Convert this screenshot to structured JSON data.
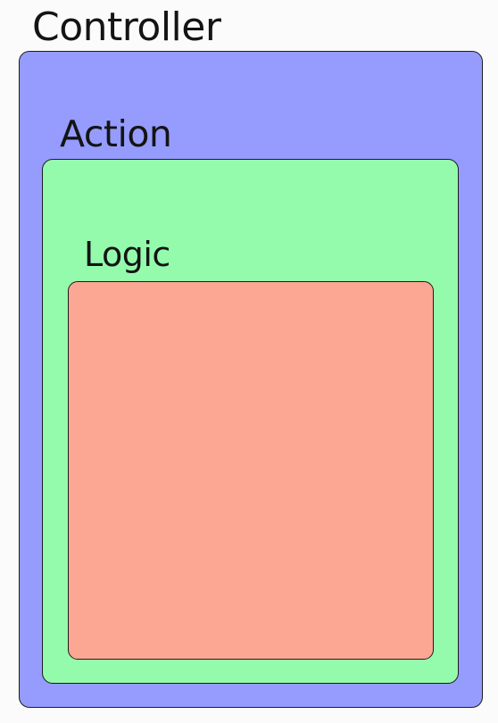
{
  "diagram": {
    "layers": [
      {
        "id": "controller",
        "label": "Controller",
        "fill": "#959cfd"
      },
      {
        "id": "action",
        "label": "Action",
        "fill": "#95fbac"
      },
      {
        "id": "logic",
        "label": "Logic",
        "fill": "#fba793"
      }
    ],
    "border_color": "#1c1c1c",
    "background": "#fbfbfb"
  }
}
